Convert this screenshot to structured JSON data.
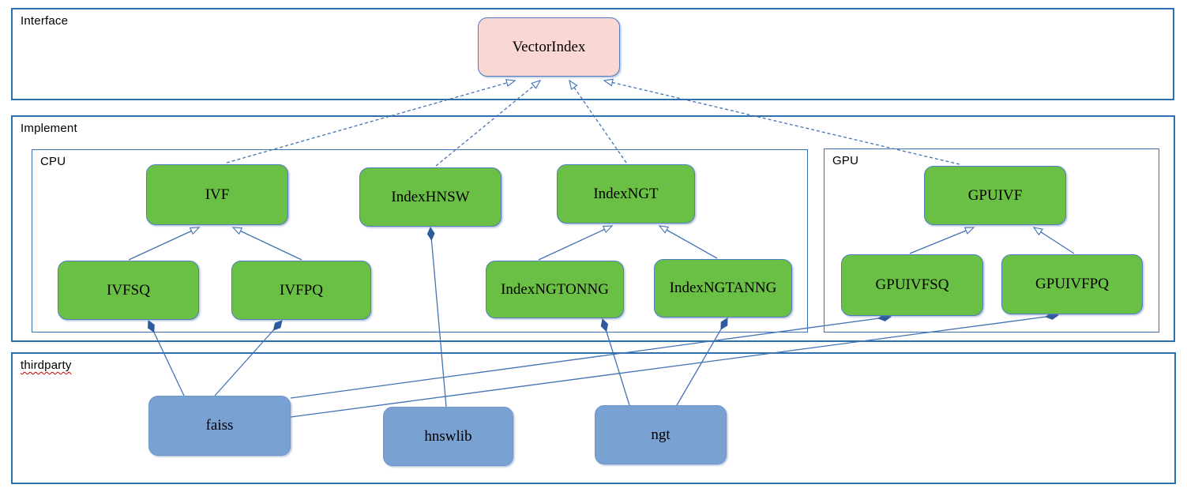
{
  "diagram": {
    "containers": {
      "interface": {
        "label": "Interface"
      },
      "implement": {
        "label": "Implement"
      },
      "cpu": {
        "label": "CPU"
      },
      "gpu": {
        "label": "GPU"
      },
      "thirdparty": {
        "label": "thirdparty"
      }
    },
    "nodes": {
      "vectorindex": {
        "label": "VectorIndex",
        "group": "interface"
      },
      "ivf": {
        "label": "IVF",
        "group": "cpu"
      },
      "indexhnsw": {
        "label": "IndexHNSW",
        "group": "cpu"
      },
      "indexngt": {
        "label": "IndexNGT",
        "group": "cpu"
      },
      "ivfsq": {
        "label": "IVFSQ",
        "group": "cpu"
      },
      "ivfpq": {
        "label": "IVFPQ",
        "group": "cpu"
      },
      "indexngtonng": {
        "label": "IndexNGTONNG",
        "group": "cpu"
      },
      "indexngtanng": {
        "label": "IndexNGTANNG",
        "group": "cpu"
      },
      "gpuivf": {
        "label": "GPUIVF",
        "group": "gpu"
      },
      "gpuivfsq": {
        "label": "GPUIVFSQ",
        "group": "gpu"
      },
      "gpuivfpq": {
        "label": "GPUIVFPQ",
        "group": "gpu"
      },
      "faiss": {
        "label": "faiss",
        "group": "thirdparty"
      },
      "hnswlib": {
        "label": "hnswlib",
        "group": "thirdparty"
      },
      "ngt": {
        "label": "ngt",
        "group": "thirdparty"
      }
    },
    "edges": [
      {
        "from": "IVF",
        "to": "VectorIndex",
        "type": "realization-dashed-hollow-arrow"
      },
      {
        "from": "IndexHNSW",
        "to": "VectorIndex",
        "type": "realization-dashed-hollow-arrow"
      },
      {
        "from": "IndexNGT",
        "to": "VectorIndex",
        "type": "realization-dashed-hollow-arrow"
      },
      {
        "from": "GPUIVF",
        "to": "VectorIndex",
        "type": "realization-dashed-hollow-arrow"
      },
      {
        "from": "IVFSQ",
        "to": "IVF",
        "type": "generalization-hollow-arrow"
      },
      {
        "from": "IVFPQ",
        "to": "IVF",
        "type": "generalization-hollow-arrow"
      },
      {
        "from": "IndexNGTONNG",
        "to": "IndexNGT",
        "type": "generalization-hollow-arrow"
      },
      {
        "from": "IndexNGTANNG",
        "to": "IndexNGT",
        "type": "generalization-hollow-arrow"
      },
      {
        "from": "GPUIVFSQ",
        "to": "GPUIVF",
        "type": "generalization-hollow-arrow"
      },
      {
        "from": "GPUIVFPQ",
        "to": "GPUIVF",
        "type": "generalization-hollow-arrow"
      },
      {
        "from": "IVFSQ",
        "to": "faiss",
        "type": "composition-filled-diamond"
      },
      {
        "from": "IVFPQ",
        "to": "faiss",
        "type": "composition-filled-diamond"
      },
      {
        "from": "GPUIVFSQ",
        "to": "faiss",
        "type": "composition-filled-diamond"
      },
      {
        "from": "GPUIVFPQ",
        "to": "faiss",
        "type": "composition-filled-diamond"
      },
      {
        "from": "IndexHNSW",
        "to": "hnswlib",
        "type": "composition-filled-diamond"
      },
      {
        "from": "IndexNGTONNG",
        "to": "ngt",
        "type": "composition-filled-diamond"
      },
      {
        "from": "IndexNGTANNG",
        "to": "ngt",
        "type": "composition-filled-diamond"
      }
    ],
    "colors": {
      "container_border": "#2e6fae",
      "connector_blue": "#4272b4",
      "diamond_fill": "#2f5b9e",
      "interface_node_fill": "#f9d7d3",
      "implement_node_fill": "#6abf45",
      "thirdparty_node_fill": "#79a2d3",
      "node_border": "#4f7dc0",
      "spellcheck_underline": "#cc0000",
      "text": "#000000"
    }
  }
}
